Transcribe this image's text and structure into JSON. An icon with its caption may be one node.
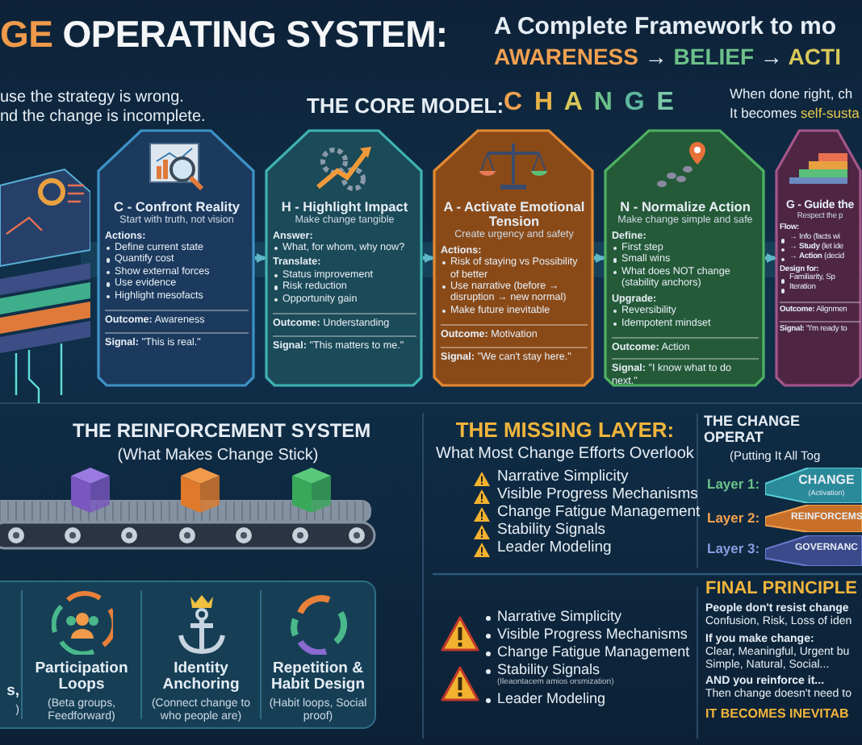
{
  "diagram": {
    "title": "GE OPERATING SYSTEM:",
    "nodes": [
      {
        "text": [
          "C - Confront Reality",
          "Start with truth, not vision",
          "Actions:",
          "Define current state",
          "Quantify cost",
          "Show external forces",
          "Use evidence",
          "Highlight mesofacts",
          "**Outcome:** Awareness",
          "**Signal:** \"This is real.\""
        ]
      },
      {
        "text": [
          "H - Highlight Impact",
          "Make change tangible",
          "Answer:",
          "What, for whom, why now?",
          "Translate:",
          "Status improvement",
          "Risk reduction",
          "Opportunity gain",
          "**Outcome:** Understanding",
          "**Signal:** \"This matters to me.\""
        ]
      },
      {
        "text": [
          "A - Activate Emotional Tension",
          "Create urgency and safety",
          "Actions:",
          "Risk of staying vs Possibility of better",
          "Use narrative (before → disruption → new normal)",
          "Make future inevitable",
          "**Outcome:** Motivation",
          "**Signal:** \"We can't stay here.\""
        ]
      },
      {
        "text": [
          "N - Normalize Action",
          "Make change simple and safe",
          "Define:",
          "First step",
          "Small wins",
          "What does NOT change (stability anchors)",
          "Upgrade:",
          "Reversibility",
          "Idempotent mindset",
          "**Outcome:** Action",
          "**Signal:** \"I know what to do next.\""
        ]
      },
      {
        "text": [
          "G - Guide the",
          "Respect the p",
          "Flow:",
          "→ Info (facts wi",
          "→ **Study** (let ide",
          "→ **Action** (decid",
          "Design for:",
          "Familiarity, Sp",
          "Iteration",
          "**Outcome:** Alignmen",
          "**Signal:** \"I'm ready to"
        ]
      },
      {
        "text": [
          "s,",
          ")"
        ]
      },
      {
        "text": [
          "Participation Loops",
          "(Beta groups, Feedforward)"
        ]
      },
      {
        "text": [
          "Identity Anchoring",
          "(Connect change to who people are)"
        ]
      },
      {
        "text": [
          "Repetition & Habit Design",
          "(Habit loops, Social proof)"
        ]
      },
      {
        "text": [
          "CHANGE",
          "(Activation)"
        ],
        "beside": [
          "Layer 1:"
        ]
      },
      {
        "text": [
          "REINFORCEMS"
        ],
        "beside": [
          "Layer 2:"
        ]
      },
      {
        "text": [
          "GOVERNANC"
        ],
        "beside": [
          "Layer 3:"
        ]
      }
    ],
    "edges": [
      {
        "from": 0,
        "to": 1,
        "arrow": "to"
      },
      {
        "from": 1,
        "to": 2,
        "arrow": "to"
      },
      {
        "from": 2,
        "to": 3,
        "arrow": "to"
      },
      {
        "from": 3,
        "to": 4,
        "arrow": "to"
      }
    ],
    "labels": [
      "use the strategy is wrong.",
      "nd the change is incomplete.",
      "A Complete Framework to mo",
      "AWARENESS → BELIEF → ACTI",
      "THE CORE MODEL:",
      "C H A N G E",
      "When done right, ch",
      "It becomes self-susta",
      "THE REINFORCEMENT SYSTEM",
      "(What Makes Change Stick)",
      "THE MISSING LAYER:",
      "What Most Change Efforts Overlook",
      "Narrative Simplicity",
      "Visible Progress Mechanisms",
      "Change Fatigue Management",
      "Stability Signals",
      "Leader Modeling",
      "Narrative Simplicity",
      "Visible Progress Mechanisms",
      "Change Fatigue Management",
      "Stability Signals",
      "(Ileaontacem amios orsmization)",
      "Leader Modeling",
      "THE CHANGE OPERAT",
      "(Putting It All Tog",
      "FINAL PRINCIPLE",
      "People don't resist change",
      "Confusion, Risk, Loss of iden",
      "If you make change:",
      "Clear, Meaningful, Urgent bu",
      "Simple, Natural, Social...",
      "AND you reinforce it...",
      "Then change doesn't need to",
      "IT BECOMES INEVITAB"
    ]
  }
}
